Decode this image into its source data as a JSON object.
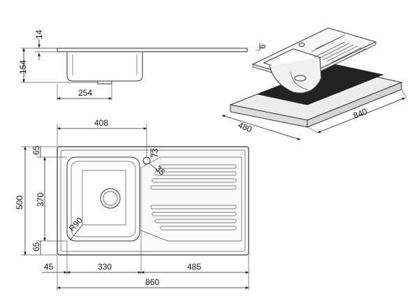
{
  "drawing": {
    "side_view": {
      "thickness": "14",
      "height": "154",
      "bowl_width": "254"
    },
    "iso_view": {
      "rim": "6",
      "width": "840",
      "depth": "480"
    },
    "top_view": {
      "overall_width": "860",
      "overall_depth": "500",
      "bowl_width": "330",
      "drainer_width": "485",
      "left_margin": "45",
      "top_margin": "65",
      "bowl_depth": "370",
      "bottom_margin": "65",
      "tap_offset": "408",
      "tap_hole_pos": "73",
      "tap_hole_dia": "35",
      "corner_radius": "R90"
    }
  }
}
